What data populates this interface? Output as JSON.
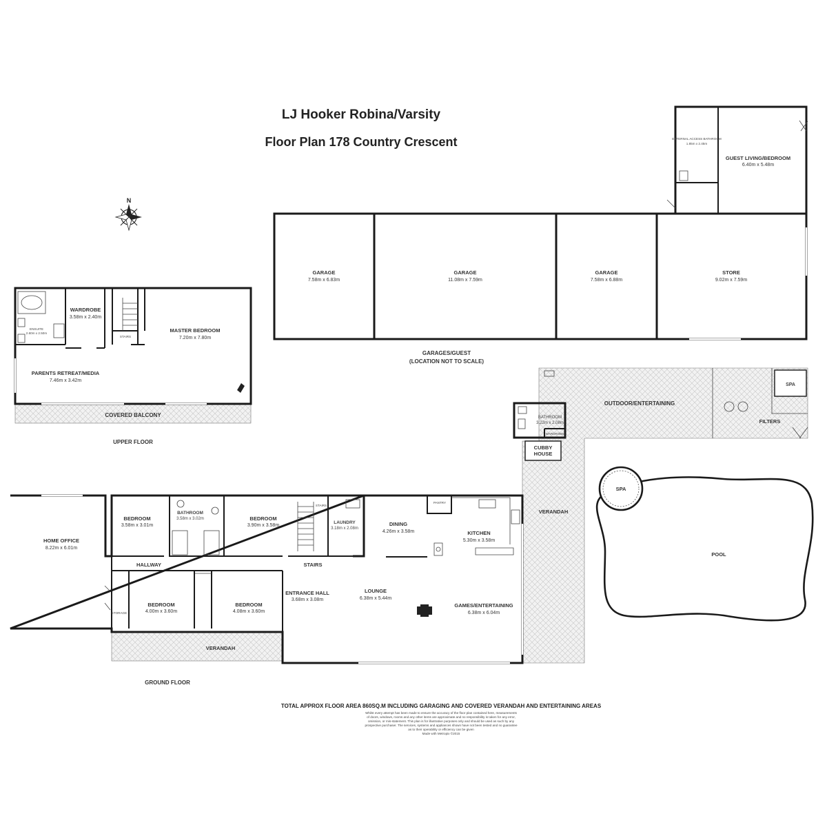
{
  "header": {
    "title": "LJ Hooker Robina/Varsity",
    "subtitle": "Floor Plan 178 Country Crescent"
  },
  "compass": {
    "north_label": "N"
  },
  "upper_floor": {
    "label": "UPPER FLOOR",
    "balcony": "COVERED BALCONY",
    "rooms": [
      {
        "name": "ENSUITE",
        "dims": "2.60m x 2.50m"
      },
      {
        "name": "WARDROBE",
        "dims": "3.58m x 2.40m"
      },
      {
        "name": "STAIRS",
        "dims": ""
      },
      {
        "name": "MASTER BEDROOM",
        "dims": "7.20m x 7.80m"
      },
      {
        "name": "PARENTS RETREAT/MEDIA",
        "dims": "7.46m x 3.42m"
      }
    ]
  },
  "garages": {
    "caption_line1": "GARAGES/GUEST",
    "caption_line2": "(LOCATION NOT TO SCALE)",
    "rooms": [
      {
        "name": "GARAGE",
        "dims": "7.58m x 6.83m"
      },
      {
        "name": "GARAGE",
        "dims": "11.08m x 7.59m"
      },
      {
        "name": "GARAGE",
        "dims": "7.58m x 6.88m"
      },
      {
        "name": "STORE",
        "dims": "9.02m x 7.59m"
      },
      {
        "name": "EXTERNAL ACCESS BATHROOM",
        "dims": "1.85m x 2.45m"
      },
      {
        "name": "GUEST LIVING/BEDROOM",
        "dims": "6.40m x 5.48m"
      }
    ]
  },
  "outdoor": {
    "entertaining": "OUTDOOR/ENTERTAINING",
    "spa_small": "SPA",
    "filters": "FILTERS",
    "bathroom": {
      "name": "BATHROOM",
      "dims": "3.22m x 2.08m"
    },
    "wardrobe": "WARDROBE",
    "cubby_line1": "CUBBY",
    "cubby_line2": "HOUSE",
    "verandah_side": "VERANDAH",
    "spa": "SPA",
    "pool": "POOL"
  },
  "ground_floor": {
    "label": "GROUND FLOOR",
    "rooms": [
      {
        "name": "HOME OFFICE",
        "dims": "8.22m x 6.01m"
      },
      {
        "name": "BEDROOM",
        "dims": "3.58m x 3.01m"
      },
      {
        "name": "BATHROOM",
        "dims": "3.58m x 3.02m"
      },
      {
        "name": "BEDROOM",
        "dims": "3.90m x 3.58m"
      },
      {
        "name": "STAIRS",
        "dims": ""
      },
      {
        "name": "LAUNDRY",
        "dims": "3.18m x 2.08m"
      },
      {
        "name": "PANTRY",
        "dims": ""
      },
      {
        "name": "DINING",
        "dims": "4.26m x 3.58m"
      },
      {
        "name": "KITCHEN",
        "dims": "5.30m x 3.58m"
      },
      {
        "name": "HALLWAY",
        "dims": ""
      },
      {
        "name": "STAIRS",
        "dims": ""
      },
      {
        "name": "STORAGE",
        "dims": ""
      },
      {
        "name": "BEDROOM",
        "dims": "4.00m x 3.60m"
      },
      {
        "name": "BEDROOM",
        "dims": "4.08m x 3.60m"
      },
      {
        "name": "ENTRANCE HALL",
        "dims": "3.68m x 3.08m"
      },
      {
        "name": "LOUNGE",
        "dims": "6.38m x 5.44m"
      },
      {
        "name": "GAMES/ENTERTAINING",
        "dims": "6.38m x 6.04m"
      }
    ],
    "verandah_front": "VERANDAH"
  },
  "footer": {
    "total": "TOTAL APPROX FLOOR AREA 860SQ.M INCLUDING GARAGING AND COVERED VERANDAH AND ENTERTAINING AREAS",
    "disclaimer": [
      "Whilst every attempt has been made to ensure the accuracy of the floor plan contained here, measurements",
      "of doors, windows, rooms and any other items are approximate and no responsibility is taken for any error,",
      "omission, or mis-statement. This plan is for illustrative purposes only and should be used as such by any",
      "prospective purchaser. The services, systems and appliances shown have not been tested and no guarantee",
      "as to their operability or efficiency can be given",
      "Made with Metropix ©2015"
    ]
  }
}
